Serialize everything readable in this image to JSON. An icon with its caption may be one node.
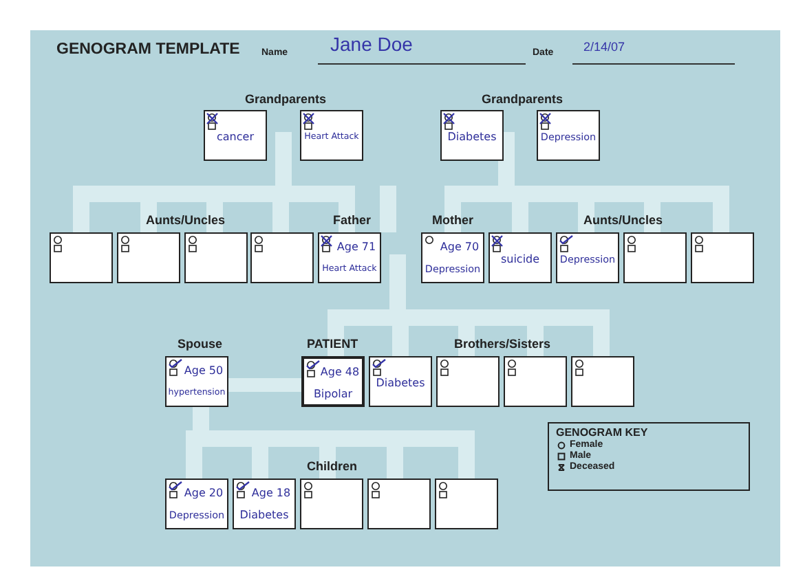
{
  "diagram": {
    "title": "GENOGRAM TEMPLATE",
    "nodes": [
      {
        "text": [
          "cancer"
        ]
      },
      {
        "text": [
          "Heart Attack"
        ]
      },
      {
        "text": [
          "Diabetes"
        ]
      },
      {
        "text": [
          "Depression"
        ]
      },
      {
        "text": [],
        "shape": "box"
      },
      {
        "text": [],
        "shape": "box"
      },
      {
        "text": [],
        "shape": "box"
      },
      {
        "text": [],
        "shape": "box"
      },
      {
        "text": [
          "Age 71",
          "Heart Attack"
        ]
      },
      {
        "text": [
          "Age 70",
          "Depression"
        ]
      },
      {
        "text": [
          "suicide"
        ]
      },
      {
        "text": [
          "Depression"
        ]
      },
      {
        "text": [],
        "shape": "box"
      },
      {
        "text": [],
        "shape": "box"
      },
      {
        "text": [
          "Age 50",
          "hypertension"
        ]
      },
      {
        "text": [
          "Age 48",
          "Bipolar"
        ]
      },
      {
        "text": [
          "Diabetes"
        ]
      },
      {
        "text": [],
        "shape": "box"
      },
      {
        "text": [],
        "shape": "box"
      },
      {
        "text": [],
        "shape": "box"
      },
      {
        "text": [
          "Age 20",
          "Depression"
        ]
      },
      {
        "text": [
          "Age 18",
          "Diabetes"
        ]
      },
      {
        "text": [],
        "shape": "box"
      },
      {
        "text": [],
        "shape": "box"
      },
      {
        "text": [],
        "shape": "box"
      }
    ],
    "labels": [
      "Name",
      "Jane Doe",
      "Date",
      "2/14/07",
      "Grandparents",
      "Grandparents",
      "Aunts/Uncles",
      "Father",
      "Mother",
      "Aunts/Uncles",
      "Spouse",
      "PATIENT",
      "Brothers/Sisters",
      "Children",
      "GENOGRAM KEY"
    ],
    "legend": [
      {
        "text": "Female"
      },
      {
        "text": "Male"
      },
      {
        "text": "Deceased"
      }
    ]
  }
}
